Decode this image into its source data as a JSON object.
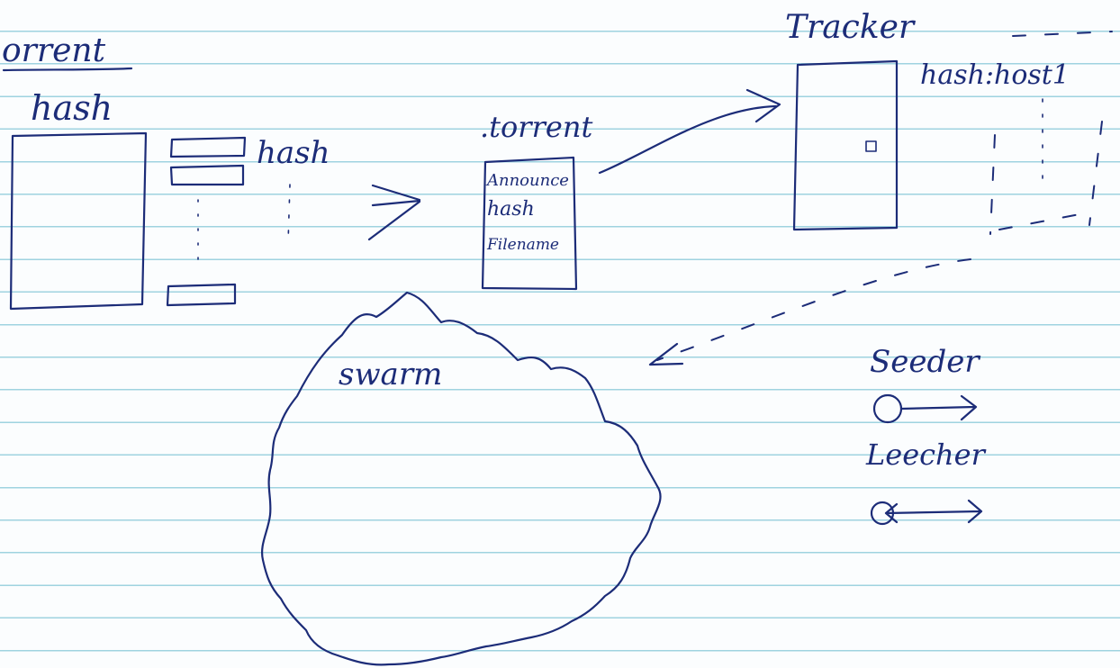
{
  "ink_color": "#1c2c78",
  "paper_color": "#fbfdfe",
  "rule_color": "#9fd3e0",
  "labels": {
    "heading": "orrent",
    "hash_big": "hash",
    "hash_small": "hash",
    "torrent_file": ".torrent",
    "torrent_announce": "Announce",
    "torrent_hash": "hash",
    "torrent_filename": "Filename",
    "tracker": "Tracker",
    "tracker_map": "hash:host1",
    "swarm": "swarm",
    "seeder": "Seeder",
    "leecher": "Leecher"
  },
  "icons": [
    "seeder-icon",
    "leecher-icon"
  ]
}
